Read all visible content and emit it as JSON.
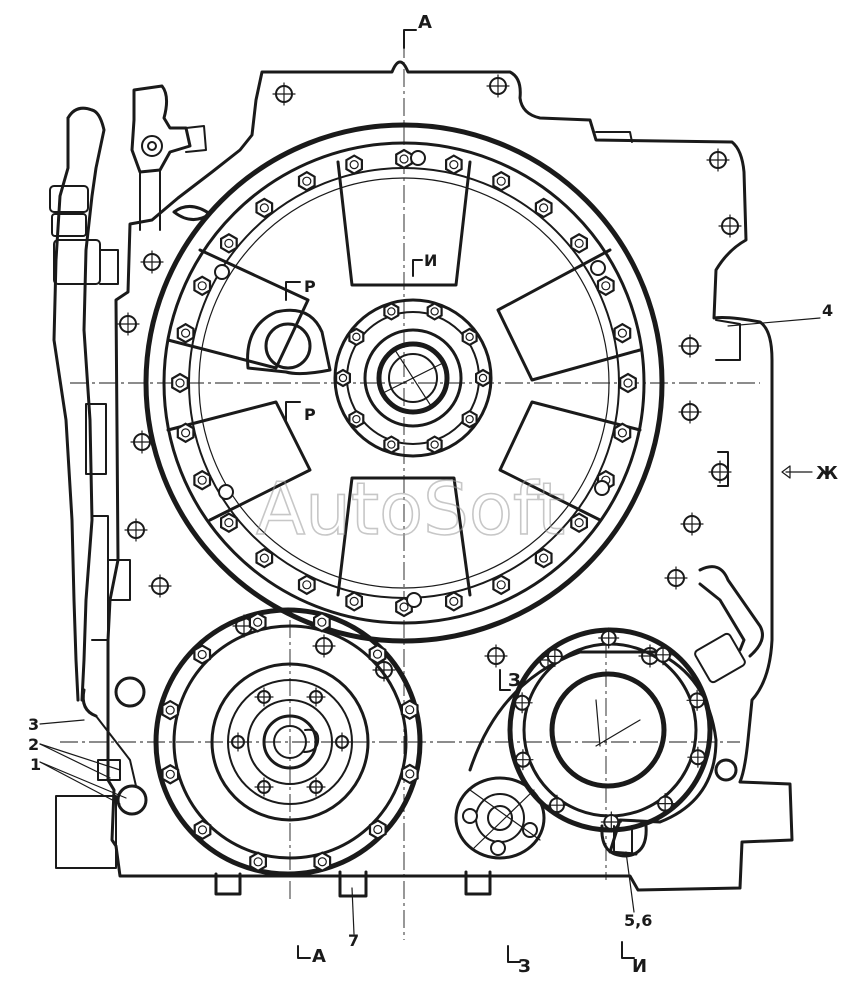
{
  "watermark": "AutoSoft",
  "section_marks": {
    "a_top": "А",
    "a_bottom": "А",
    "i_top": "И",
    "i_bottom": "И",
    "r_upper": "Р",
    "r_lower": "Р",
    "z_side": "З",
    "z_bottom": "З",
    "zh_arrow": "Ж"
  },
  "callouts": {
    "c1": "1",
    "c2": "2",
    "c3": "3",
    "c4": "4",
    "c56": "5,6",
    "c7": "7"
  },
  "colors": {
    "ink": "#1a1a1a",
    "paper": "#ffffff",
    "watermark": "#9a9a9a"
  }
}
